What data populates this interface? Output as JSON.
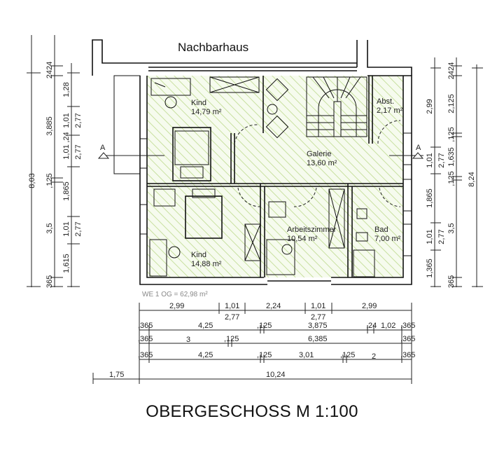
{
  "drawing": {
    "title": "OBERGESCHOSS M 1:100",
    "neighbor_label": "Nachbarhaus",
    "area_summary": "WE 1 OG = 62,98 m²",
    "section_marker": "A",
    "hatch_color": "#c8e0a0",
    "rooms": [
      {
        "name": "Kind",
        "area": "14,79 m²"
      },
      {
        "name": "Abst.",
        "area": "2,17 m²"
      },
      {
        "name": "Galerie",
        "area": "13,60 m²"
      },
      {
        "name": "Kind",
        "area": "14,88 m²"
      },
      {
        "name": "Arbeitszimmer",
        "area": "10,54 m²"
      },
      {
        "name": "Bad",
        "area": "7,00 m²"
      }
    ]
  },
  "dimensions": {
    "bottom_row1": [
      "2,99",
      "1,01",
      "2,24",
      "1,01",
      "2,99"
    ],
    "bottom_row1_sub": [
      "2,77",
      "2,77"
    ],
    "bottom_row2": [
      ",365",
      "4,25",
      ",125",
      "3,875",
      ",24",
      "1,02",
      ",365"
    ],
    "bottom_row3": [
      ",365",
      "3",
      ",125",
      "6,385",
      ",365"
    ],
    "bottom_row4": [
      ",365",
      "4,25",
      ",125",
      "3,01",
      ",125",
      "2",
      ",365"
    ],
    "bottom_total": [
      "1,75",
      "10,24"
    ],
    "left_outer": "8,03",
    "left_mid": [
      "2424",
      "3,885",
      ",125",
      "3,5",
      "365"
    ],
    "left_inner": [
      "1,28",
      "1,01",
      ",24",
      "1,01",
      "1,865",
      "1,01",
      "1,615"
    ],
    "left_inner_sub": [
      "2,77",
      "2,77",
      "2,77"
    ],
    "right_inner": [
      "2,99",
      "1,01",
      "1,865",
      "1,01",
      "1,365"
    ],
    "right_inner_sub": [
      "2,77",
      "2,77"
    ],
    "right_mid": [
      "2424",
      "2,125",
      ",125",
      "1,635",
      ",125",
      "3,5",
      "365"
    ],
    "right_outer": "8,24"
  }
}
